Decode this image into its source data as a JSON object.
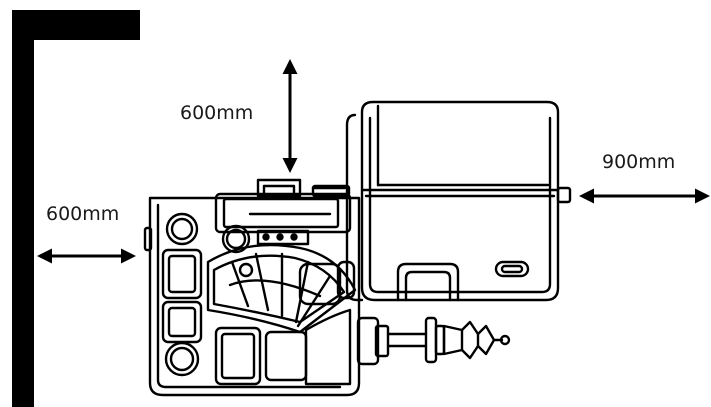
{
  "diagram": {
    "labels": {
      "clearance_top": "600mm",
      "clearance_left": "600mm",
      "clearance_right": "900mm"
    },
    "colors": {
      "ink": "#000000",
      "paper": "#ffffff",
      "text": "#1a1a1a"
    },
    "icons": {
      "wall": "corner-wall-icon",
      "machine": "wheel-balancer-icon",
      "arrow": "double-arrow-icon"
    }
  }
}
